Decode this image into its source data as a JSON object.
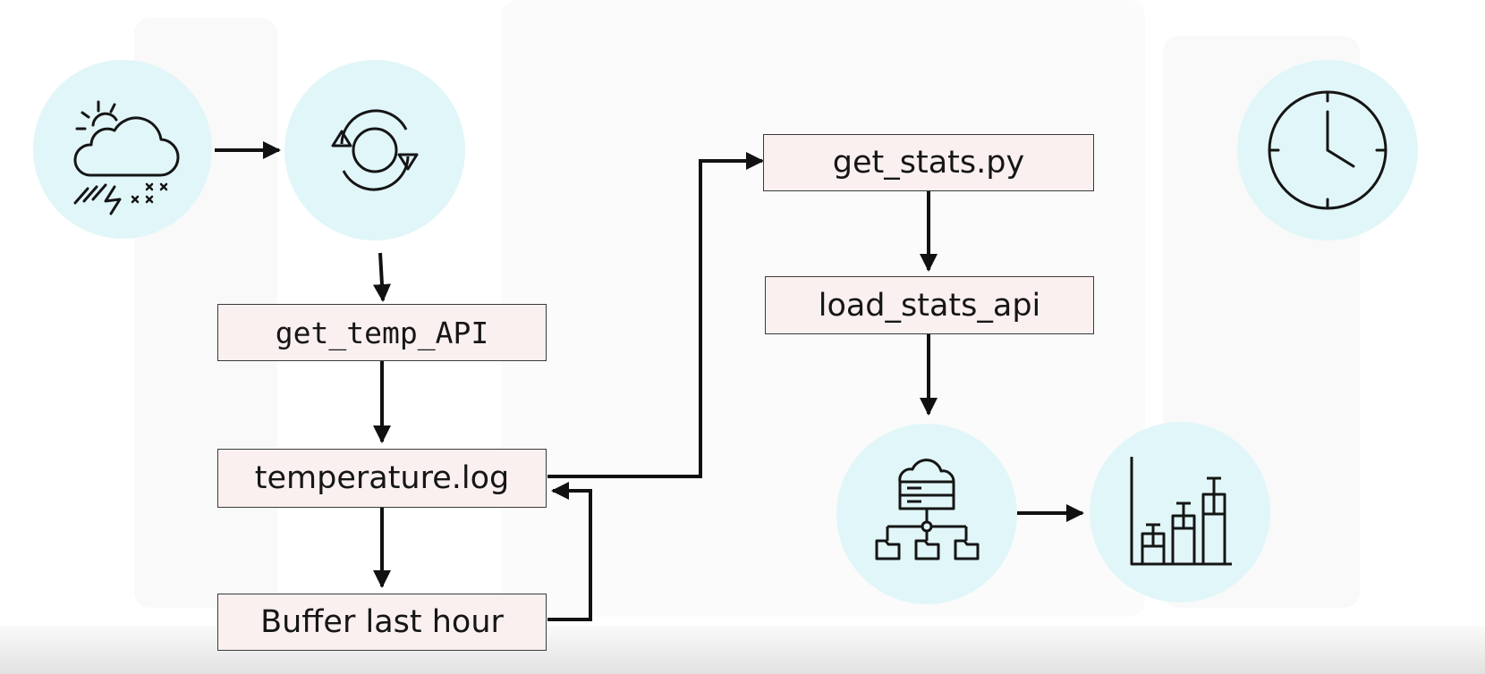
{
  "diagram": {
    "title": "",
    "nodes": [
      {
        "id": "weather",
        "kind": "icon",
        "icon": "weather-storm-icon"
      },
      {
        "id": "sync",
        "kind": "icon",
        "icon": "sync-cycle-icon"
      },
      {
        "id": "get_temp_api",
        "kind": "box",
        "label": "get_temp_API"
      },
      {
        "id": "temperature_log",
        "kind": "box",
        "label": "temperature.log"
      },
      {
        "id": "buffer",
        "kind": "box",
        "label": "Buffer last hour"
      },
      {
        "id": "get_stats",
        "kind": "box",
        "label": "get_stats.py"
      },
      {
        "id": "load_stats_api",
        "kind": "box",
        "label": "load_stats_api"
      },
      {
        "id": "cloud_server",
        "kind": "icon",
        "icon": "cloud-server-network-icon"
      },
      {
        "id": "bar_chart",
        "kind": "icon",
        "icon": "bar-chart-icon"
      },
      {
        "id": "clock",
        "kind": "icon",
        "icon": "clock-icon"
      }
    ],
    "edges": [
      {
        "from": "weather",
        "to": "sync"
      },
      {
        "from": "sync",
        "to": "get_temp_api"
      },
      {
        "from": "get_temp_api",
        "to": "temperature_log"
      },
      {
        "from": "temperature_log",
        "to": "buffer"
      },
      {
        "from": "buffer",
        "to": "temperature_log"
      },
      {
        "from": "temperature_log",
        "to": "get_stats"
      },
      {
        "from": "get_stats",
        "to": "load_stats_api"
      },
      {
        "from": "load_stats_api",
        "to": "cloud_server"
      },
      {
        "from": "cloud_server",
        "to": "bar_chart"
      }
    ],
    "colors": {
      "icon_circle": "#e1f6f8",
      "box_fill": "#fbf0f0",
      "box_border": "#3a3a3a",
      "line": "#111111"
    }
  }
}
